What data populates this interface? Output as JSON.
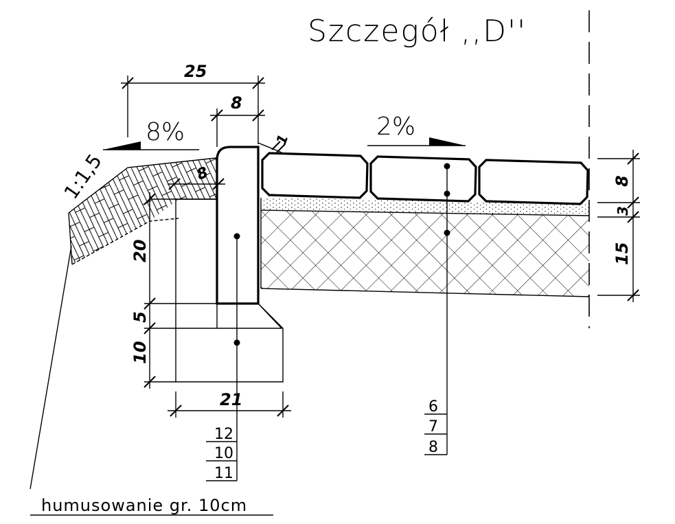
{
  "title": "Szczegół ,,D''",
  "slopes": {
    "left_percent": "8%",
    "right_percent": "2%",
    "embankment_ratio": "1:1,5"
  },
  "dimensions": {
    "top_width": "25",
    "curb_width": "8",
    "gap": "1",
    "inner_ledge": "8",
    "curb_height": "20",
    "bedding_height": "5",
    "foundation_height": "10",
    "foundation_width": "21",
    "paver_thickness": "8",
    "sand_layer": "3",
    "base_layer": "15"
  },
  "callouts": {
    "curb_refs": [
      "12",
      "10",
      "11"
    ],
    "pavement_refs": [
      "6",
      "7",
      "8"
    ]
  },
  "note": "humusowanie gr. 10cm"
}
